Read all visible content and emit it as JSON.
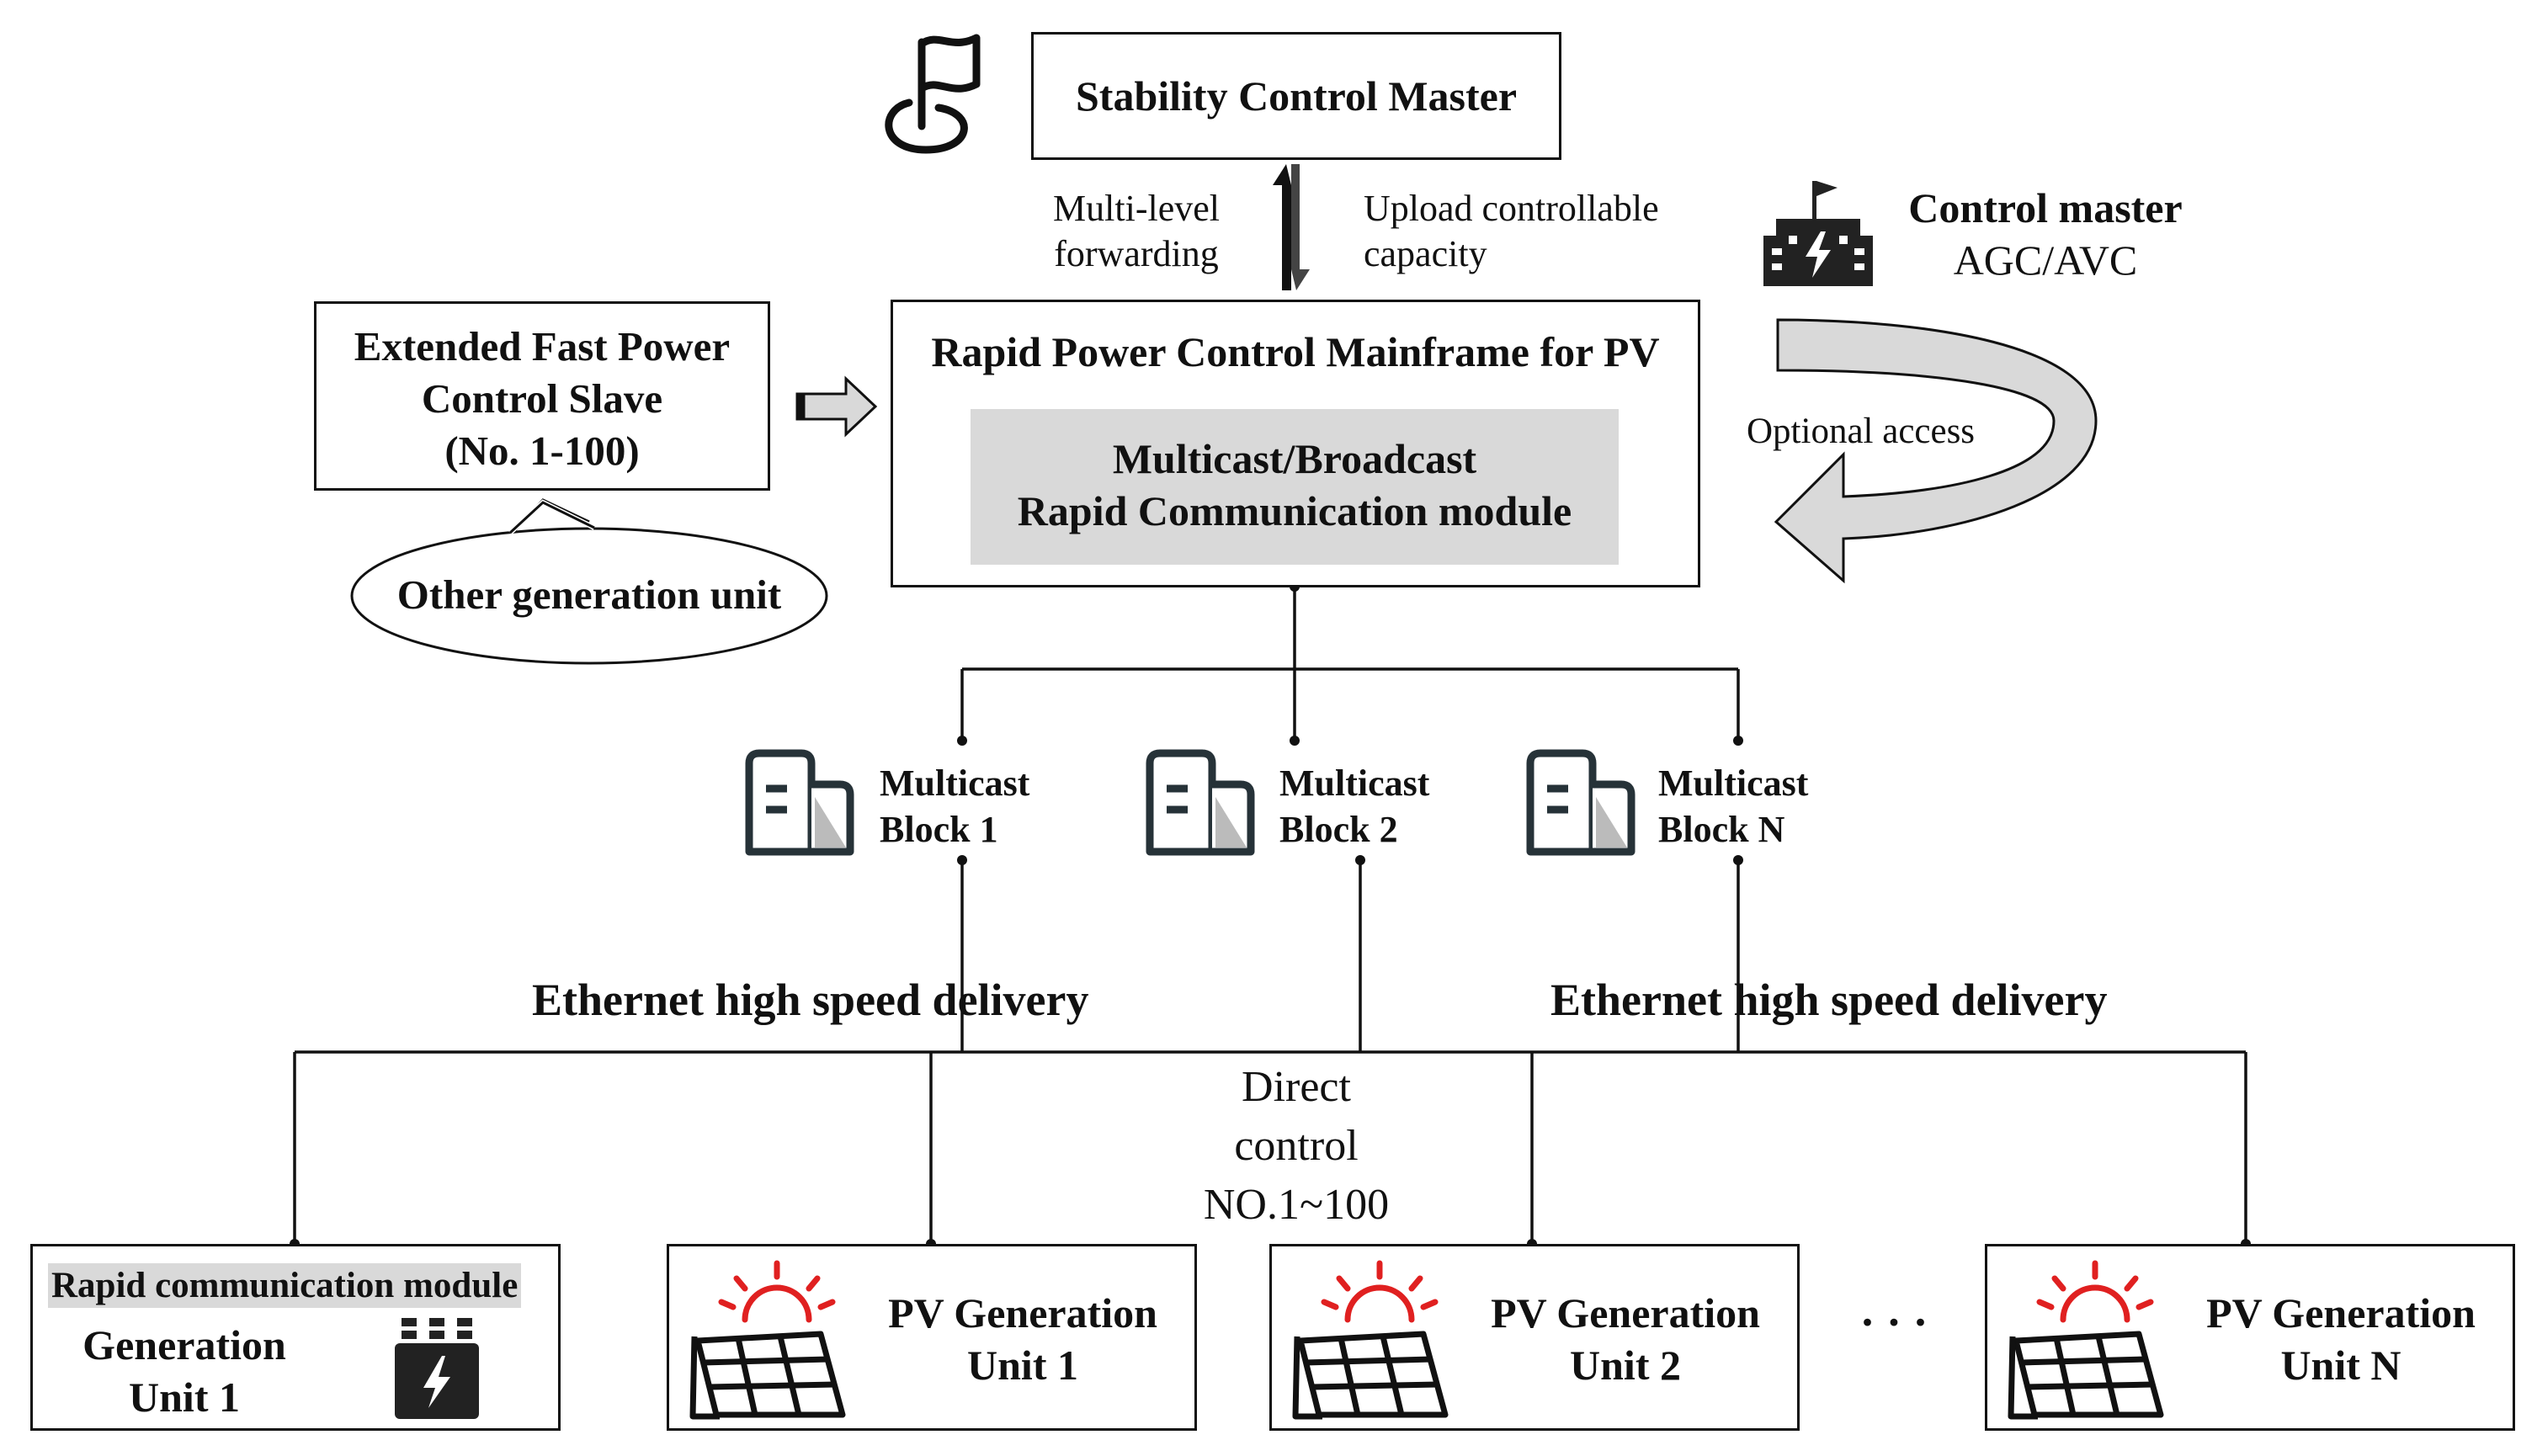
{
  "stability_master": {
    "label": "Stability Control Master"
  },
  "links": {
    "multi_level": [
      "Multi-level",
      "forwarding"
    ],
    "upload": [
      "Upload controllable",
      "capacity"
    ]
  },
  "control_master": {
    "title": "Control master",
    "subtitle": "AGC/AVC"
  },
  "slave": {
    "lines": [
      "Extended Fast Power",
      "Control Slave",
      "(No. 1-100)"
    ]
  },
  "other_unit": {
    "label": "Other generation unit"
  },
  "mainframe": {
    "title": "Rapid Power Control Mainframe for PV",
    "module_lines": [
      "Multicast/Broadcast",
      "Rapid Communication module"
    ]
  },
  "optional_access": {
    "label": "Optional access"
  },
  "blocks": [
    {
      "line1": "Multicast",
      "line2": "Block 1"
    },
    {
      "line1": "Multicast",
      "line2": "Block 2"
    },
    {
      "line1": "Multicast",
      "line2": "Block N"
    }
  ],
  "ethernet_left": {
    "label": "Ethernet high speed delivery"
  },
  "ethernet_right": {
    "label": "Ethernet high speed delivery"
  },
  "direct_control": {
    "lines": [
      "Direct",
      "control",
      "NO.1~100"
    ]
  },
  "units": {
    "gen_unit": {
      "module": "Rapid communication module",
      "lines": [
        "Generation",
        "Unit 1"
      ]
    },
    "pv": [
      {
        "lines": [
          "PV Generation",
          "Unit 1"
        ]
      },
      {
        "lines": [
          "PV Generation",
          "Unit 2"
        ]
      },
      {
        "lines": [
          "PV Generation",
          "Unit N"
        ]
      }
    ],
    "ellipsis": "· · ·"
  },
  "colors": {
    "line": "#111111",
    "module_fill": "#d9d9d9",
    "sun": "#e02020",
    "arrow_fill": "#d9d9d9"
  }
}
